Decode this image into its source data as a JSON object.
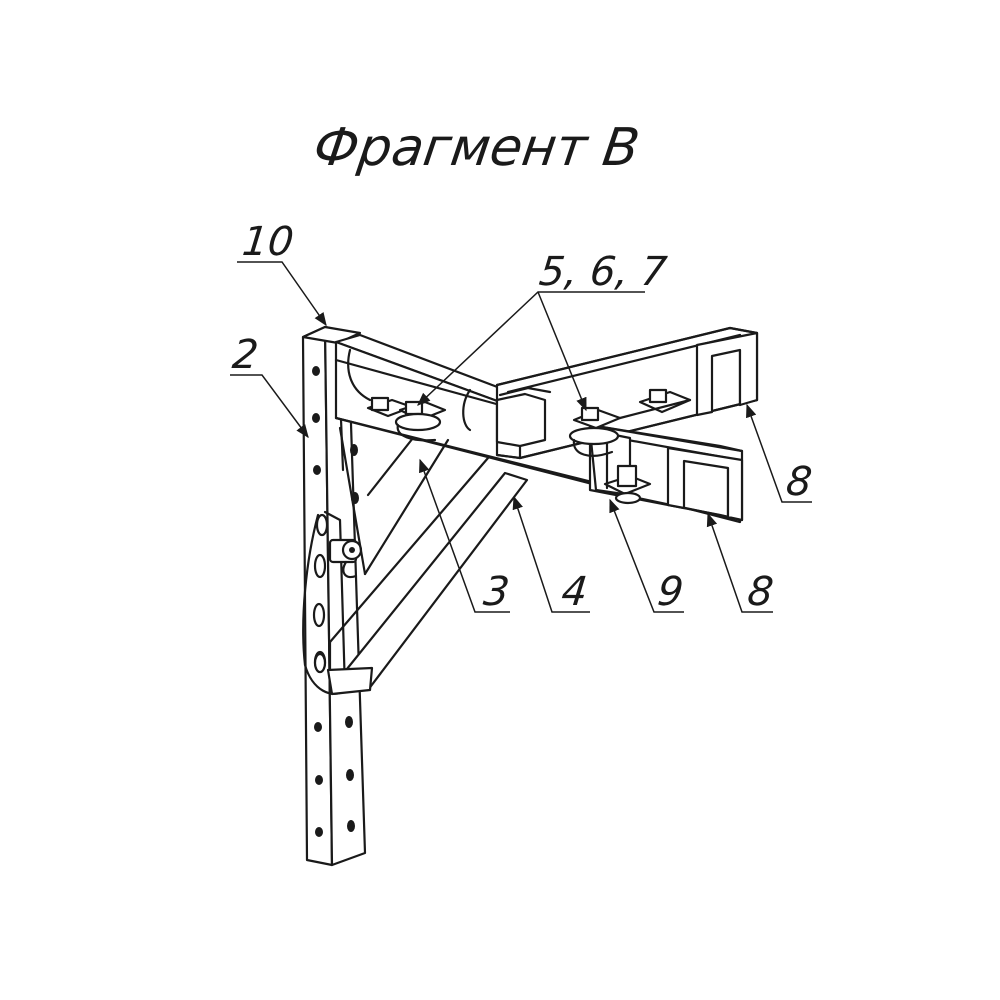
{
  "title": "Фрагмент В",
  "callouts": {
    "c10": "10",
    "c2": "2",
    "c567": "5, 6, 7",
    "c3": "3",
    "c4": "4",
    "c9": "9",
    "c8a": "8",
    "c8b": "8"
  }
}
